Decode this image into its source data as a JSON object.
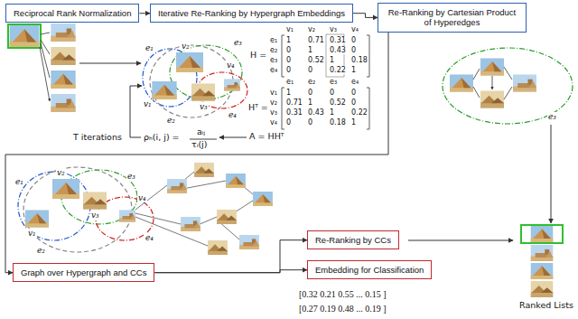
{
  "diagram": {
    "nodes": [
      {
        "text": [
          "Reciprocal Rank Normalization"
        ]
      },
      {
        "text": [
          "Iterative Re-Ranking by Hypergraph Embeddings"
        ]
      },
      {
        "text": [
          "Re-Ranking by Cartesian Product of Hyperedges"
        ]
      },
      {
        "text": [
          "Graph over Hypergraph and CCs"
        ]
      },
      {
        "text": [
          "Re-Ranking by CCs"
        ]
      },
      {
        "text": [
          "Embedding for Classification"
        ]
      }
    ],
    "edges": [
      {
        "from": 0,
        "to": 1,
        "arrow": "to"
      },
      {
        "from": 1,
        "to": 2,
        "arrow": "to"
      },
      {
        "from": 2,
        "to": 3,
        "arrow": "to"
      },
      {
        "from": 3,
        "to": 4,
        "arrow": "to"
      },
      {
        "from": 3,
        "to": 5,
        "arrow": "to"
      }
    ],
    "labels": [
      "T iterations",
      "e₁",
      "e₂",
      "e₃",
      "e₄",
      "v₁",
      "v₂",
      "v₃",
      "v₄",
      "H =",
      "v₁",
      "v₂",
      "v₃",
      "v₄",
      "e₁",
      "e₂",
      "e₃",
      "e₄",
      "1",
      "0.71",
      "0.31",
      "0",
      "0",
      "1",
      "0.43",
      "0",
      "0",
      "0.52",
      "1",
      "0.18",
      "0",
      "0",
      "0.22",
      "1",
      "Hᵀ =",
      "e₁",
      "e₂",
      "e₃",
      "e₄",
      "v₁",
      "v₂",
      "v₃",
      "v₄",
      "1",
      "0",
      "0",
      "0",
      "0.71",
      "1",
      "0.52",
      "0",
      "0.31",
      "0.43",
      "1",
      "0.22",
      "0",
      "0",
      "0.18",
      "1",
      "A = HHᵀ",
      "ρₕ(i, j) =",
      "aᵢⱼ",
      "τᵢ(j)",
      "e₃",
      "e₁",
      "e₂",
      "e₃",
      "e₄",
      "v₁",
      "v₂",
      "v₃",
      "v₄",
      "[0.32 0.21 0.55 ... 0.15 ]",
      "[0.27 0.19 0.48 ... 0.19 ]",
      "Ranked Lists"
    ]
  }
}
